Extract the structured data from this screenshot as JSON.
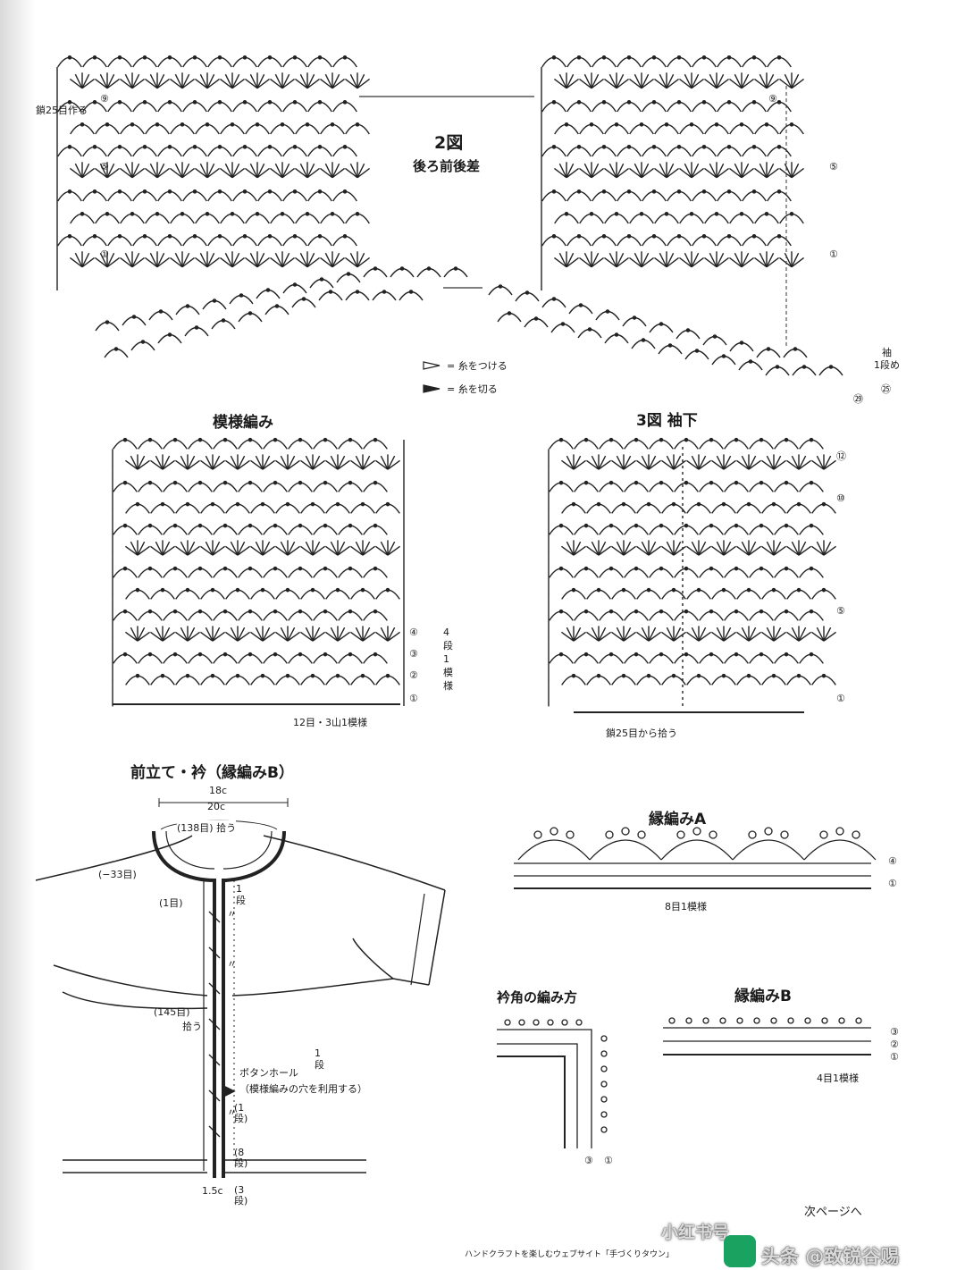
{
  "diagram2": {
    "title": "2図",
    "subtitle": "後ろ前後差",
    "chain_note": "鎖25目作る",
    "rows_left": [
      "⑨",
      "⑤",
      "①"
    ],
    "rows_right": [
      "⑨",
      "⑤",
      "①"
    ],
    "sleeve_row_label": "袖\n1段め",
    "row_25": "㉕",
    "row_29": "㉙",
    "legend_attach": "= 糸をつける",
    "legend_cut": "= 糸を切る"
  },
  "pattern": {
    "title": "模様編み",
    "rows": [
      "④",
      "③",
      "②",
      "①"
    ],
    "repeat_rows": "4段1模様",
    "repeat_stitches": "12目・3山1模様"
  },
  "diagram3": {
    "title": "3図 袖下",
    "rows": [
      "⑫",
      "⑩",
      "⑤",
      "①"
    ],
    "chain_note": "鎖25目から拾う"
  },
  "collar": {
    "title": "前立て・衿（縁編みB）",
    "width_outer": "18c",
    "width_inner": "20c",
    "pick_neck": "(138目) 拾う",
    "dec": "(−33目)",
    "one_st": "(1目)",
    "one_row": "1段",
    "pick_front": "(145目)",
    "pick_front_2": "拾う",
    "buttonhole": "ボタンホール",
    "buttonhole_note": "（模様編みの穴を利用する）",
    "buttonhole_row": "1段",
    "row_1": "(1段)",
    "row_8": "(8段)",
    "row_3": "(3段)",
    "width": "1.5c",
    "ditto": "〃"
  },
  "edgeA": {
    "title": "縁編みA",
    "rows": [
      "④",
      "①"
    ],
    "repeat": "8目1模様"
  },
  "corner": {
    "title": "衿角の編み方",
    "rows": [
      "③",
      "①"
    ]
  },
  "edgeB": {
    "title": "縁編みB",
    "rows": [
      "③",
      "②",
      "①"
    ],
    "repeat": "4目1模様"
  },
  "footer": {
    "next_page": "次ページへ",
    "bottom_note": "ハンドクラフトを楽しむウェブサイト「手づくりタウン」",
    "watermark_1": "小红书号",
    "watermark_2": "头条 @致锐谷赐"
  }
}
